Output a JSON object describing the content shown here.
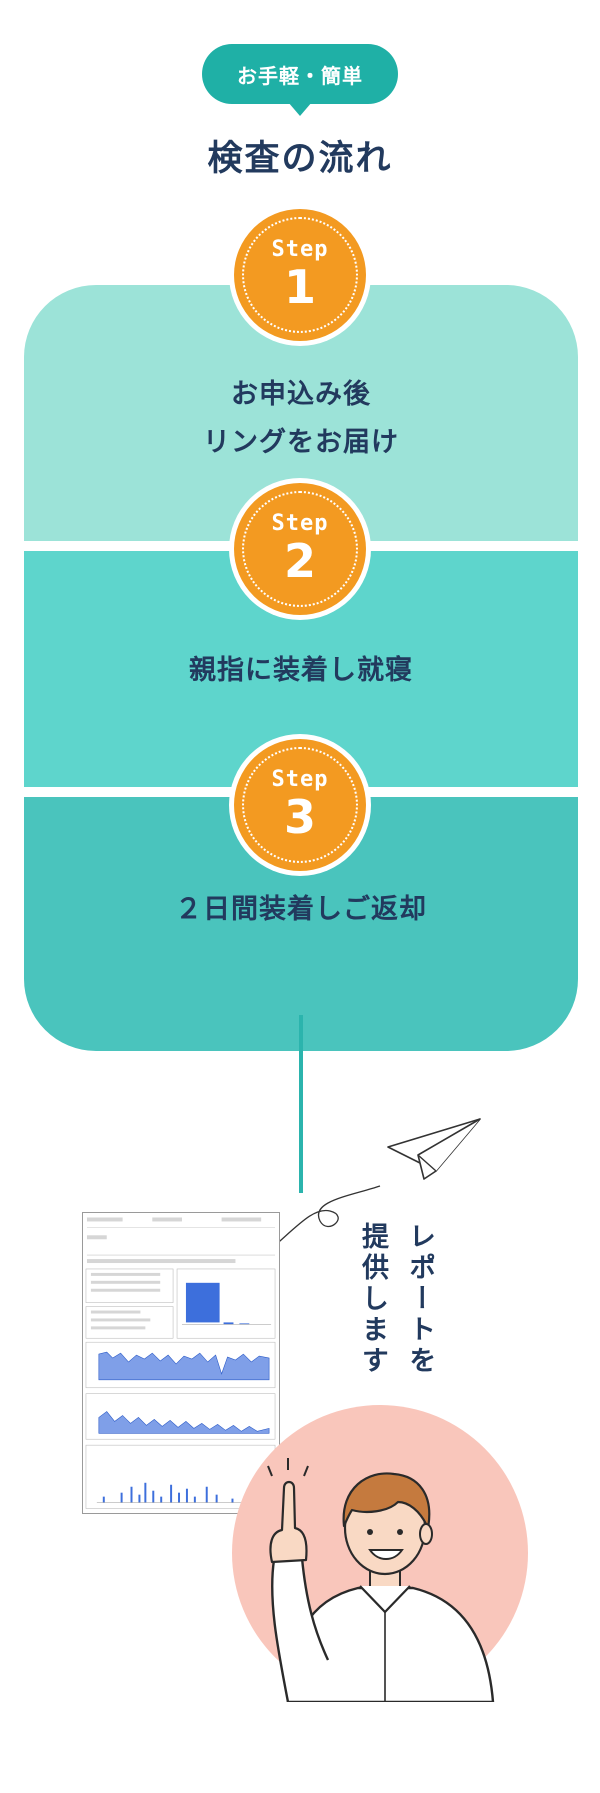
{
  "header": {
    "badge_label": "お手軽・簡単",
    "title": "検査の流れ"
  },
  "steps": [
    {
      "label": "Step",
      "number": "1",
      "lines": [
        "お申込み後",
        "リングをお届け"
      ]
    },
    {
      "label": "Step",
      "number": "2",
      "lines": [
        "親指に装着し就寝"
      ]
    },
    {
      "label": "Step",
      "number": "3",
      "lines": [
        "２日間装着しご返却"
      ]
    }
  ],
  "result": {
    "line_1": "レポートを",
    "line_2": "提供します"
  },
  "colors": {
    "accent": "#1fb0a6",
    "step_orange": "#f39a21",
    "section_1": "#9ce3d8",
    "section_2": "#5ed5cc",
    "section_3": "#4ac4bd",
    "text": "#223a5e",
    "person_bg": "#f9c6bb"
  },
  "icons": [
    "paper-plane-icon",
    "report-document-icon",
    "person-pointing-icon"
  ]
}
